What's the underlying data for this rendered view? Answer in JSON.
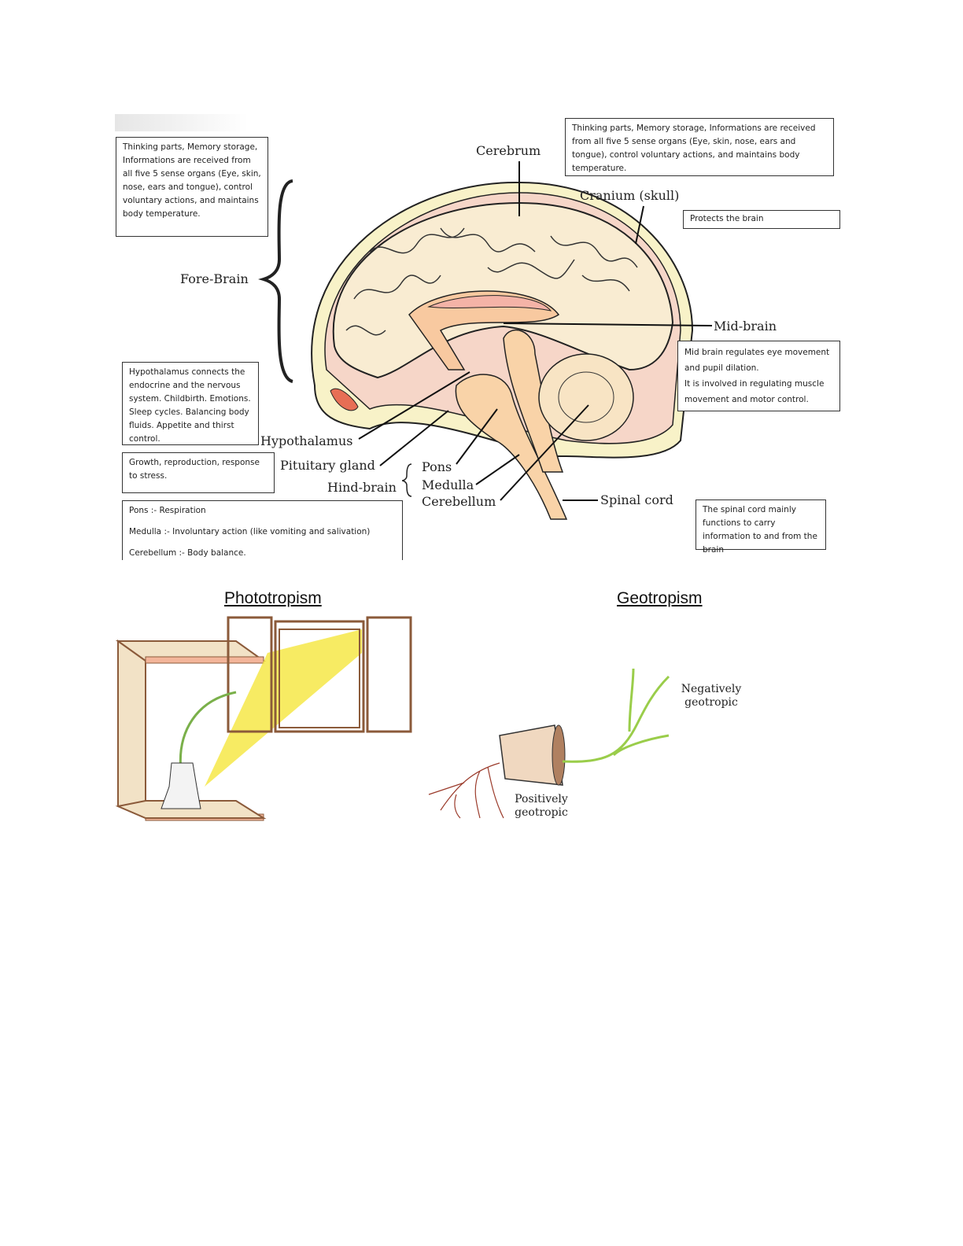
{
  "brain": {
    "labels": {
      "cerebrum": "Cerebrum",
      "cranium": "Cranium (skull)",
      "fore_brain": "Fore-Brain",
      "mid_brain": "Mid-brain",
      "hypothalamus": "Hypothalamus",
      "pituitary": "Pituitary gland",
      "hind_brain": "Hind-brain",
      "pons": "Pons",
      "medulla": "Medulla",
      "cerebellum": "Cerebellum",
      "spinal_cord": "Spinal cord"
    },
    "notes": {
      "forebrain_left": "Thinking parts, Memory storage, Informations are received from all five 5 sense organs (Eye, skin, nose, ears and tongue), control voluntary actions, and maintains body temperature.",
      "cerebrum_right": "Thinking parts, Memory storage, Informations are received from all five 5 sense organs (Eye, skin, nose, ears and tongue), control voluntary actions, and maintains body temperature.",
      "cranium": "Protects the brain",
      "midbrain_1": "Mid brain regulates eye movement and pupil dilation.",
      "midbrain_2": "It is involved in regulating muscle movement and motor control.",
      "hypothalamus": "Hypothalamus connects the endocrine and the nervous system. Childbirth. Emotions. Sleep cycles. Balancing body fluids. Appetite and thirst control.",
      "pituitary": "Growth, reproduction, response to stress.",
      "pons": "Pons :- Respiration",
      "medulla": "Medulla :- Involuntary action (like vomiting and salivation)",
      "cerebellum": "Cerebellum :- Body balance.",
      "spinal_cord": "The spinal cord mainly functions to carry information to and from the brain"
    }
  },
  "tropism": {
    "phototropism_title": "Phototropism",
    "geotropism_title": "Geotropism",
    "negatively": "Negatively geotropic",
    "positively": "Positively geotropic"
  }
}
